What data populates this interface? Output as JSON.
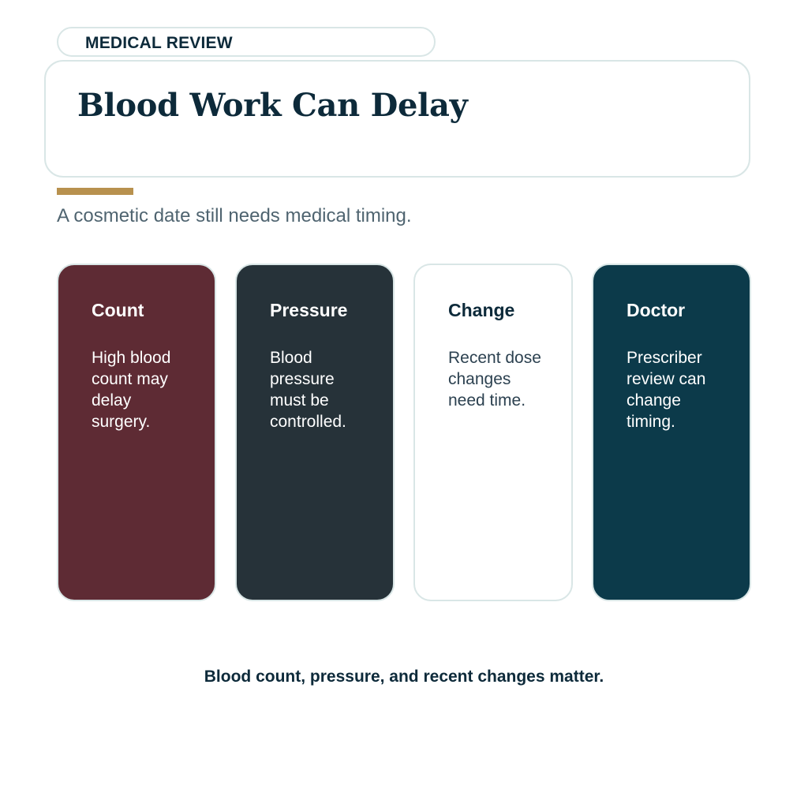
{
  "header": {
    "tag": "MEDICAL REVIEW",
    "title": "Blood Work Can Delay",
    "subtitle": "A cosmetic date still needs medical timing."
  },
  "colors": {
    "accent": "#b8914e",
    "navy": "#0d2a3a"
  },
  "cards": [
    {
      "title": "Count",
      "body": "High blood count may delay surgery.",
      "bg": "#5e2b34",
      "theme": "dark"
    },
    {
      "title": "Pressure",
      "body": "Blood pressure must be controlled.",
      "bg": "#263239",
      "theme": "dark"
    },
    {
      "title": "Change",
      "body": "Recent dose changes need time.",
      "bg": "#ffffff",
      "theme": "light"
    },
    {
      "title": "Doctor",
      "body": "Prescriber review can change timing.",
      "bg": "#0c3a4a",
      "theme": "dark"
    }
  ],
  "footer": {
    "text": "Blood count, pressure, and recent changes matter."
  }
}
